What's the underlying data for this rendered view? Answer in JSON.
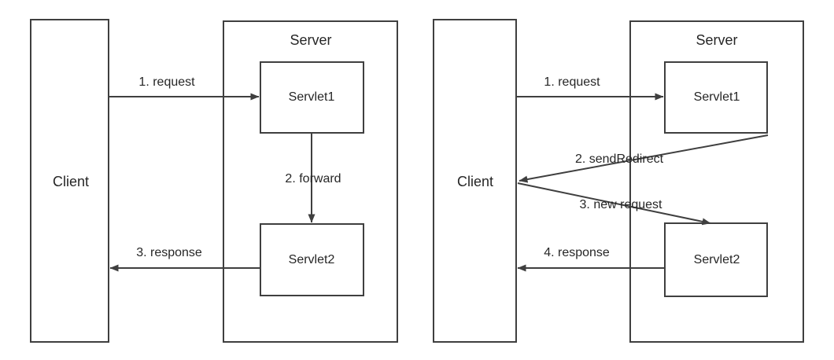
{
  "diagram": {
    "type": "servlet-forward-vs-sendredirect",
    "background_color": "#ffffff",
    "stroke_color": "#3f3f3f",
    "text_color": "#262626",
    "panels": [
      {
        "id": "forward",
        "client": {
          "label": "Client"
        },
        "server": {
          "label": "Server"
        },
        "servlets": [
          {
            "label": "Servlet1"
          },
          {
            "label": "Servlet2"
          }
        ],
        "arrows": [
          {
            "label": "1. request",
            "from": "Client",
            "to": "Servlet1"
          },
          {
            "label": "2. forward",
            "from": "Servlet1",
            "to": "Servlet2"
          },
          {
            "label": "3. response",
            "from": "Servlet2",
            "to": "Client"
          }
        ]
      },
      {
        "id": "sendRedirect",
        "client": {
          "label": "Client"
        },
        "server": {
          "label": "Server"
        },
        "servlets": [
          {
            "label": "Servlet1"
          },
          {
            "label": "Servlet2"
          }
        ],
        "arrows": [
          {
            "label": "1. request",
            "from": "Client",
            "to": "Servlet1"
          },
          {
            "label": "2. sendRedirect",
            "from": "Servlet1",
            "to": "Client"
          },
          {
            "label": "3. new request",
            "from": "Client",
            "to": "Servlet2"
          },
          {
            "label": "4. response",
            "from": "Servlet2",
            "to": "Client"
          }
        ]
      }
    ]
  }
}
